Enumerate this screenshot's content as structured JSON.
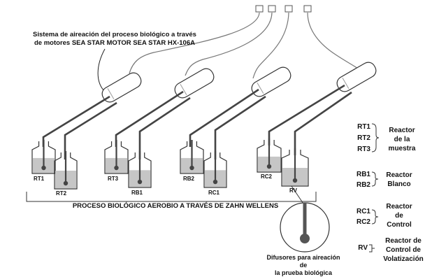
{
  "motor_callout": {
    "line1": "Sistema de aireación del proceso biológico a través",
    "line2": "de motores SEA STAR MOTOR SEA STAR HX-106A"
  },
  "process_label": "PROCESO BIOLÓGICO AEROBIO A TRAVÉS DE ZAHN WELLENS",
  "diffuser_caption": {
    "line1": "Difusores para aireación de",
    "line2": "la prueba biológica"
  },
  "flasks": [
    {
      "id": "f-rt1",
      "label": "RT1"
    },
    {
      "id": "f-rt2",
      "label": "RT2"
    },
    {
      "id": "f-rt3",
      "label": "RT3"
    },
    {
      "id": "f-rb1",
      "label": "RB1"
    },
    {
      "id": "f-rb2",
      "label": "RB2"
    },
    {
      "id": "f-rc1",
      "label": "RC1"
    },
    {
      "id": "f-rc2",
      "label": "RC2"
    },
    {
      "id": "f-rv",
      "label": "RV"
    }
  ],
  "legend": [
    {
      "codes": [
        "RT1",
        "RT2",
        "RT3"
      ],
      "lines": [
        "Reactor",
        "de la",
        "muestra"
      ]
    },
    {
      "codes": [
        "RB1",
        "RB2"
      ],
      "lines": [
        "Reactor",
        "Blanco"
      ]
    },
    {
      "codes": [
        "RC1",
        "RC2"
      ],
      "lines": [
        "Reactor",
        "de",
        "Control"
      ]
    },
    {
      "codes": [
        "RV"
      ],
      "lines": [
        "Reactor de",
        "Control de",
        "Volatización"
      ]
    }
  ]
}
